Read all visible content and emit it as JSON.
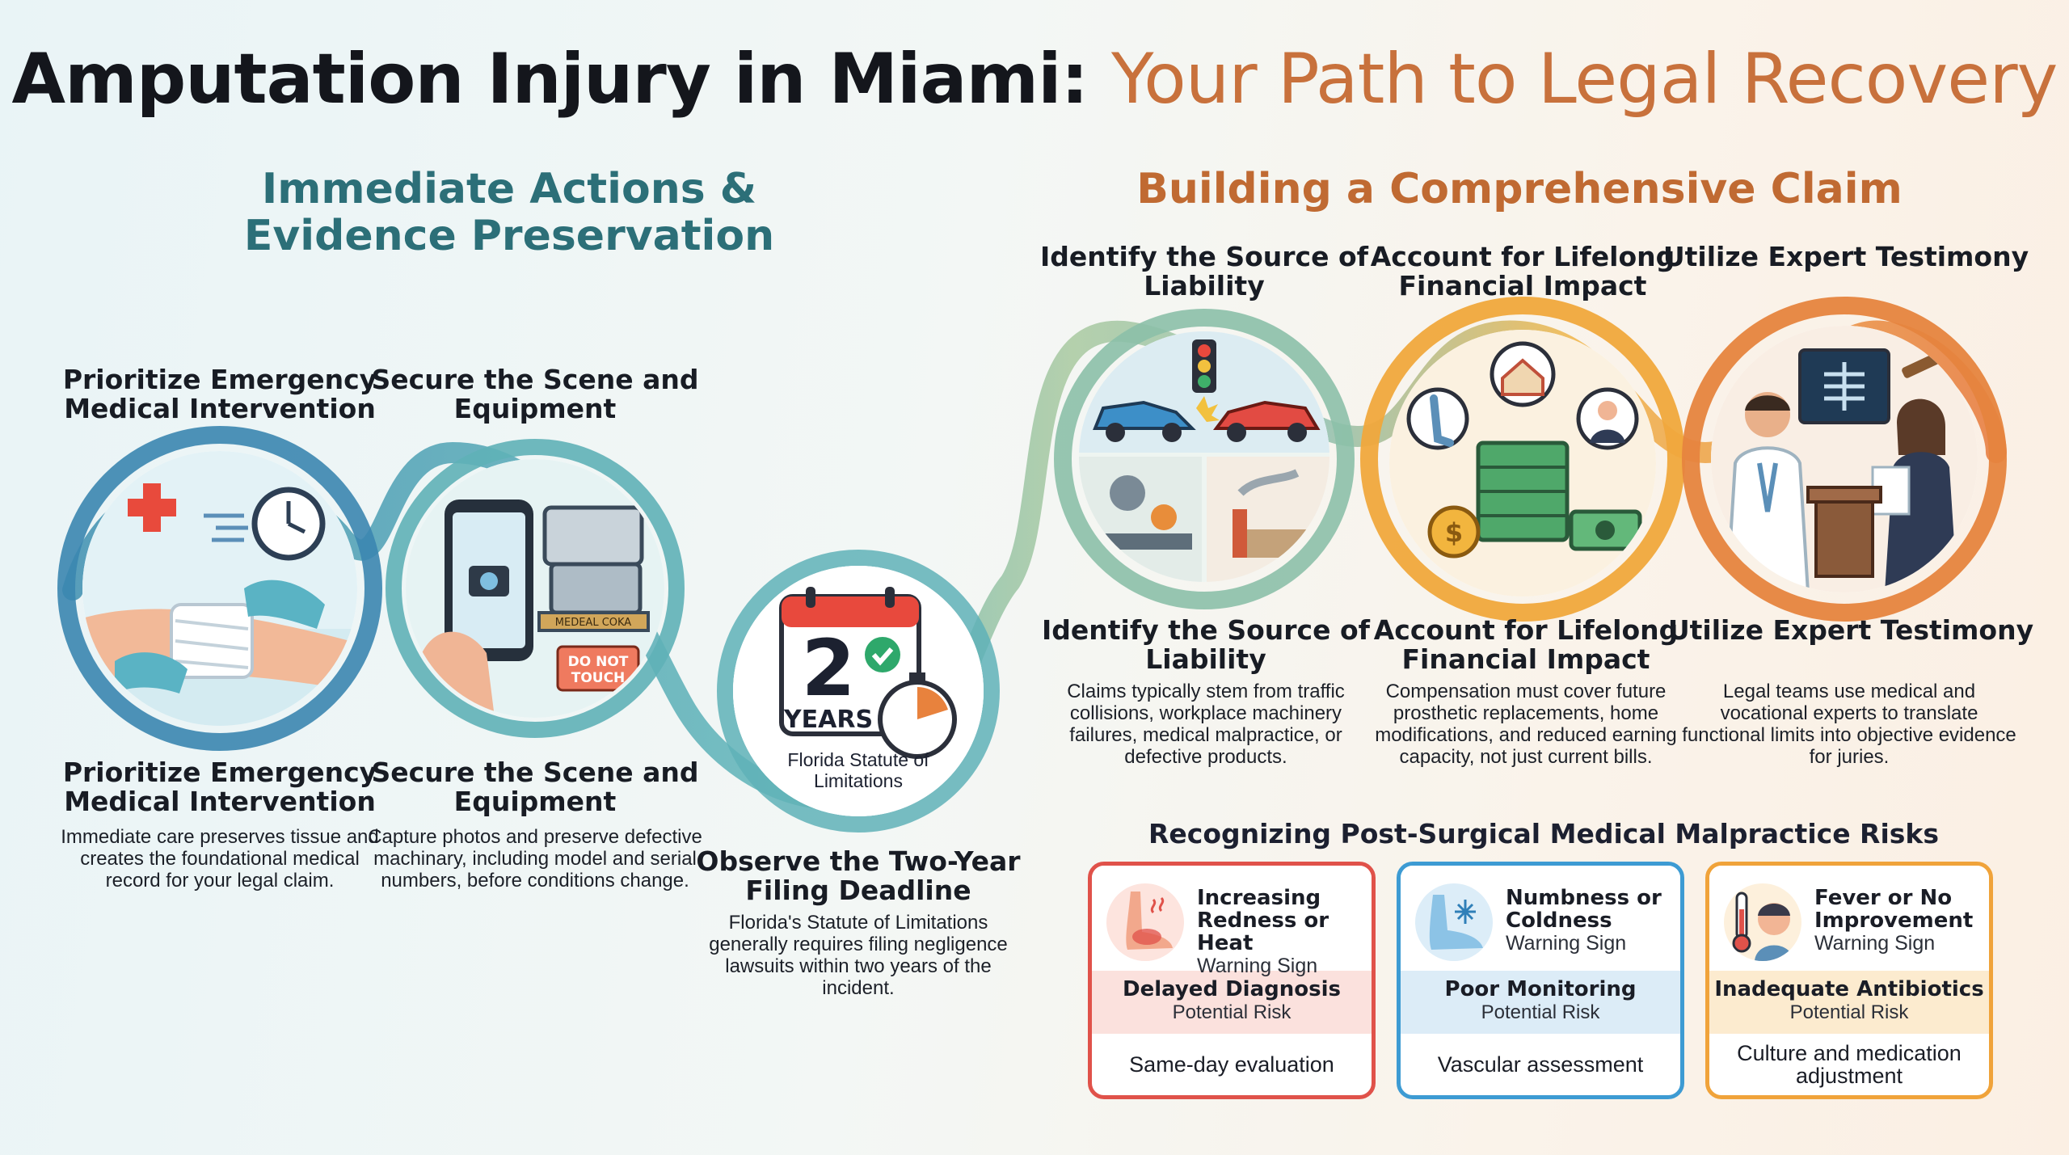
{
  "title": {
    "part1": "Amputation Injury in Miami:",
    "part2": "Your Path to Legal Recovery"
  },
  "colors": {
    "teal": "#2c6f78",
    "orange": "#c8713c",
    "red": "#e0524a",
    "blue": "#3d9bd3",
    "amber": "#f0a33a"
  },
  "sections": {
    "left": "Immediate Actions & Evidence Preservation",
    "right": "Building a Comprehensive Claim"
  },
  "steps": [
    {
      "heading_top": "Prioritize Emergency Medical Intervention",
      "heading": "Prioritize Emergency Medical Intervention",
      "body": "Immediate care preserves tissue and creates the foundational medical record for your legal claim.",
      "icon": "bandaged-arm-icon"
    },
    {
      "heading_top": "Secure the Scene and Equipment",
      "heading": "Secure the Scene and Equipment",
      "body": "Capture photos and preserve defective machinary, including model and serial numbers, before conditions change.",
      "icon": "phone-camera-machine-icon",
      "tag_label": "MEDEAL COKA",
      "sign_label": "DO NOT TOUCH"
    },
    {
      "heading": "Observe the Two-Year Filing Deadline",
      "body": "Florida's Statute of Limitations generally requires filing negligence lawsuits within two years of the incident.",
      "icon": "calendar-stopwatch-icon",
      "badge_number": "2",
      "badge_unit": "YEARS",
      "badge_caption": "Florida Statute of Limitations"
    },
    {
      "heading_top": "Identify the Source of Liability",
      "heading": "Identify the Source of Liability",
      "body": "Claims typically stem from traffic collisions, workplace machinery failures, medical malpractice, or defective products.",
      "icon": "car-collision-factory-icon"
    },
    {
      "heading_top": "Account for Lifelong Financial Impact",
      "heading": "Account for Lifelong Financial Impact",
      "body": "Compensation must cover future prosthetic replacements, home modifications, and reduced earning capacity, not just current bills.",
      "icon": "money-prosthetic-icon"
    },
    {
      "heading_top": "Utilize Expert Testimony",
      "heading": "Utilize Expert Testimony",
      "body": "Legal teams use medical and vocational experts to translate functional limits into objective evidence for juries.",
      "icon": "doctor-lawyer-courtroom-icon"
    }
  ],
  "risks": {
    "title": "Recognizing Post-Surgical Medical Malpractice Risks",
    "cards": [
      {
        "sign": "Increasing Redness or Heat",
        "sign_sub": "Warning Sign",
        "risk": "Delayed Diagnosis",
        "risk_sub": "Potential Risk",
        "action": "Same-day evaluation",
        "icon": "inflamed-foot-icon",
        "color": "#e0524a"
      },
      {
        "sign": "Numbness or Coldness",
        "sign_sub": "Warning Sign",
        "risk": "Poor Monitoring",
        "risk_sub": "Potential Risk",
        "action": "Vascular assessment",
        "icon": "cold-foot-icon",
        "color": "#3d9bd3"
      },
      {
        "sign": "Fever or No Improvement",
        "sign_sub": "Warning Sign",
        "risk": "Inadequate Antibiotics",
        "risk_sub": "Potential Risk",
        "action": "Culture and medication adjustment",
        "icon": "thermometer-patient-icon",
        "color": "#f0a33a"
      }
    ]
  }
}
